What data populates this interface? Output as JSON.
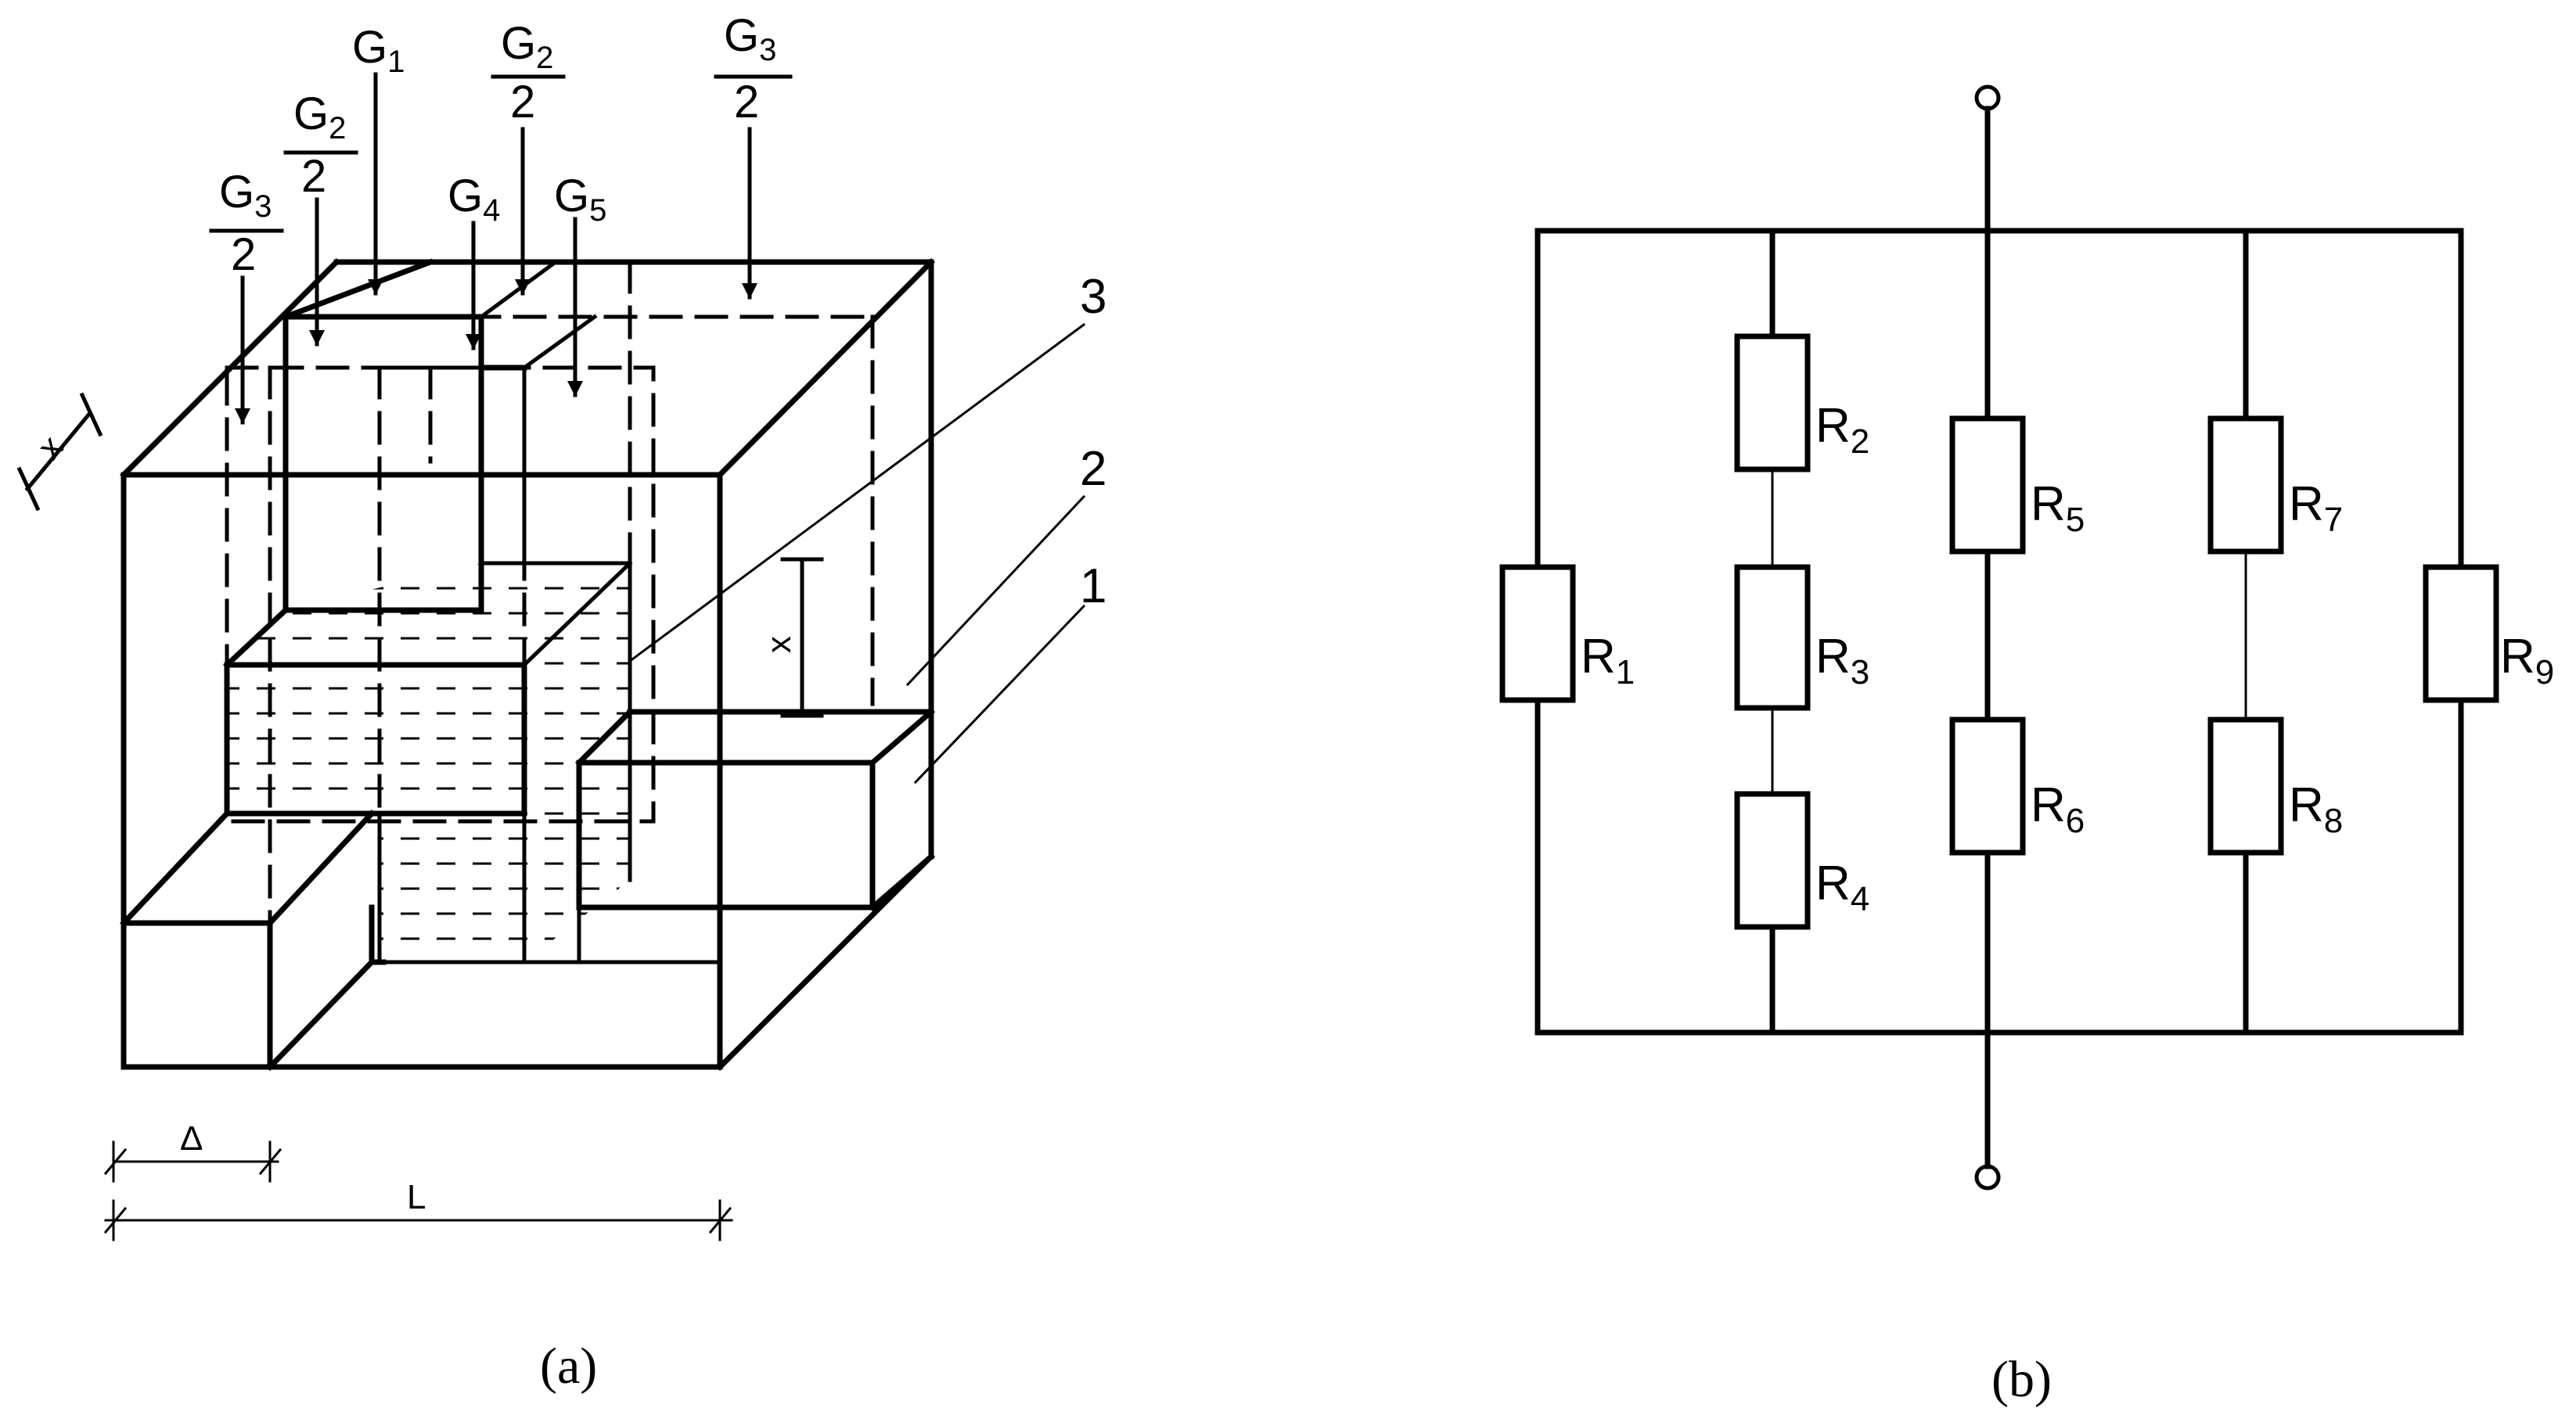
{
  "panel_a": {
    "caption": "(a)",
    "loads": {
      "g1": "G1",
      "g2_half": "G2/2",
      "g3_half": "G3/2",
      "g4": "G4",
      "g5": "G5"
    },
    "parts": [
      "3",
      "2",
      "1"
    ],
    "dims": {
      "x": "x",
      "delta": "Δ",
      "length": "L"
    }
  },
  "panel_b": {
    "caption": "(b)",
    "resistors": [
      "R1",
      "R2",
      "R3",
      "R4",
      "R5",
      "R6",
      "R7",
      "R8",
      "R9"
    ]
  }
}
